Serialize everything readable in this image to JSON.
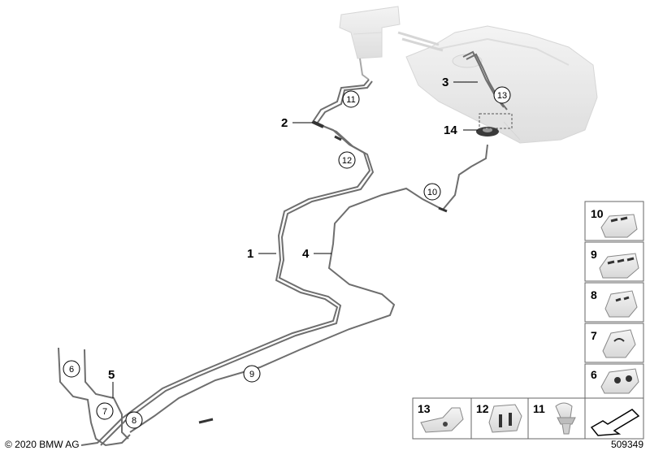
{
  "copyright": "© 2020 BMW AG",
  "diagram_number": "509349",
  "callouts": [
    "1",
    "2",
    "3",
    "4",
    "5",
    "14"
  ],
  "circled_callouts": [
    "6",
    "7",
    "8",
    "9",
    "10",
    "11",
    "12",
    "13"
  ],
  "legend_items": [
    "10",
    "9",
    "8",
    "7",
    "6"
  ],
  "bottom_legend_items": [
    "13",
    "12",
    "11"
  ]
}
